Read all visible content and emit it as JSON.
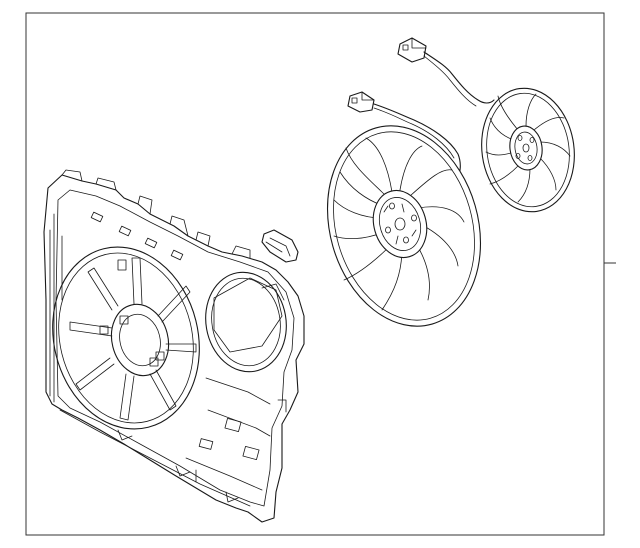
{
  "diagram": {
    "title": "",
    "parts": [
      {
        "id": "fan-shroud",
        "label": ""
      },
      {
        "id": "large-fan-motor-assembly",
        "label": ""
      },
      {
        "id": "small-fan-motor-assembly",
        "label": ""
      },
      {
        "id": "retaining-clip",
        "label": ""
      }
    ],
    "colors": {
      "line": "#1a1a1a",
      "frame": "#333333",
      "background": "#ffffff"
    }
  }
}
